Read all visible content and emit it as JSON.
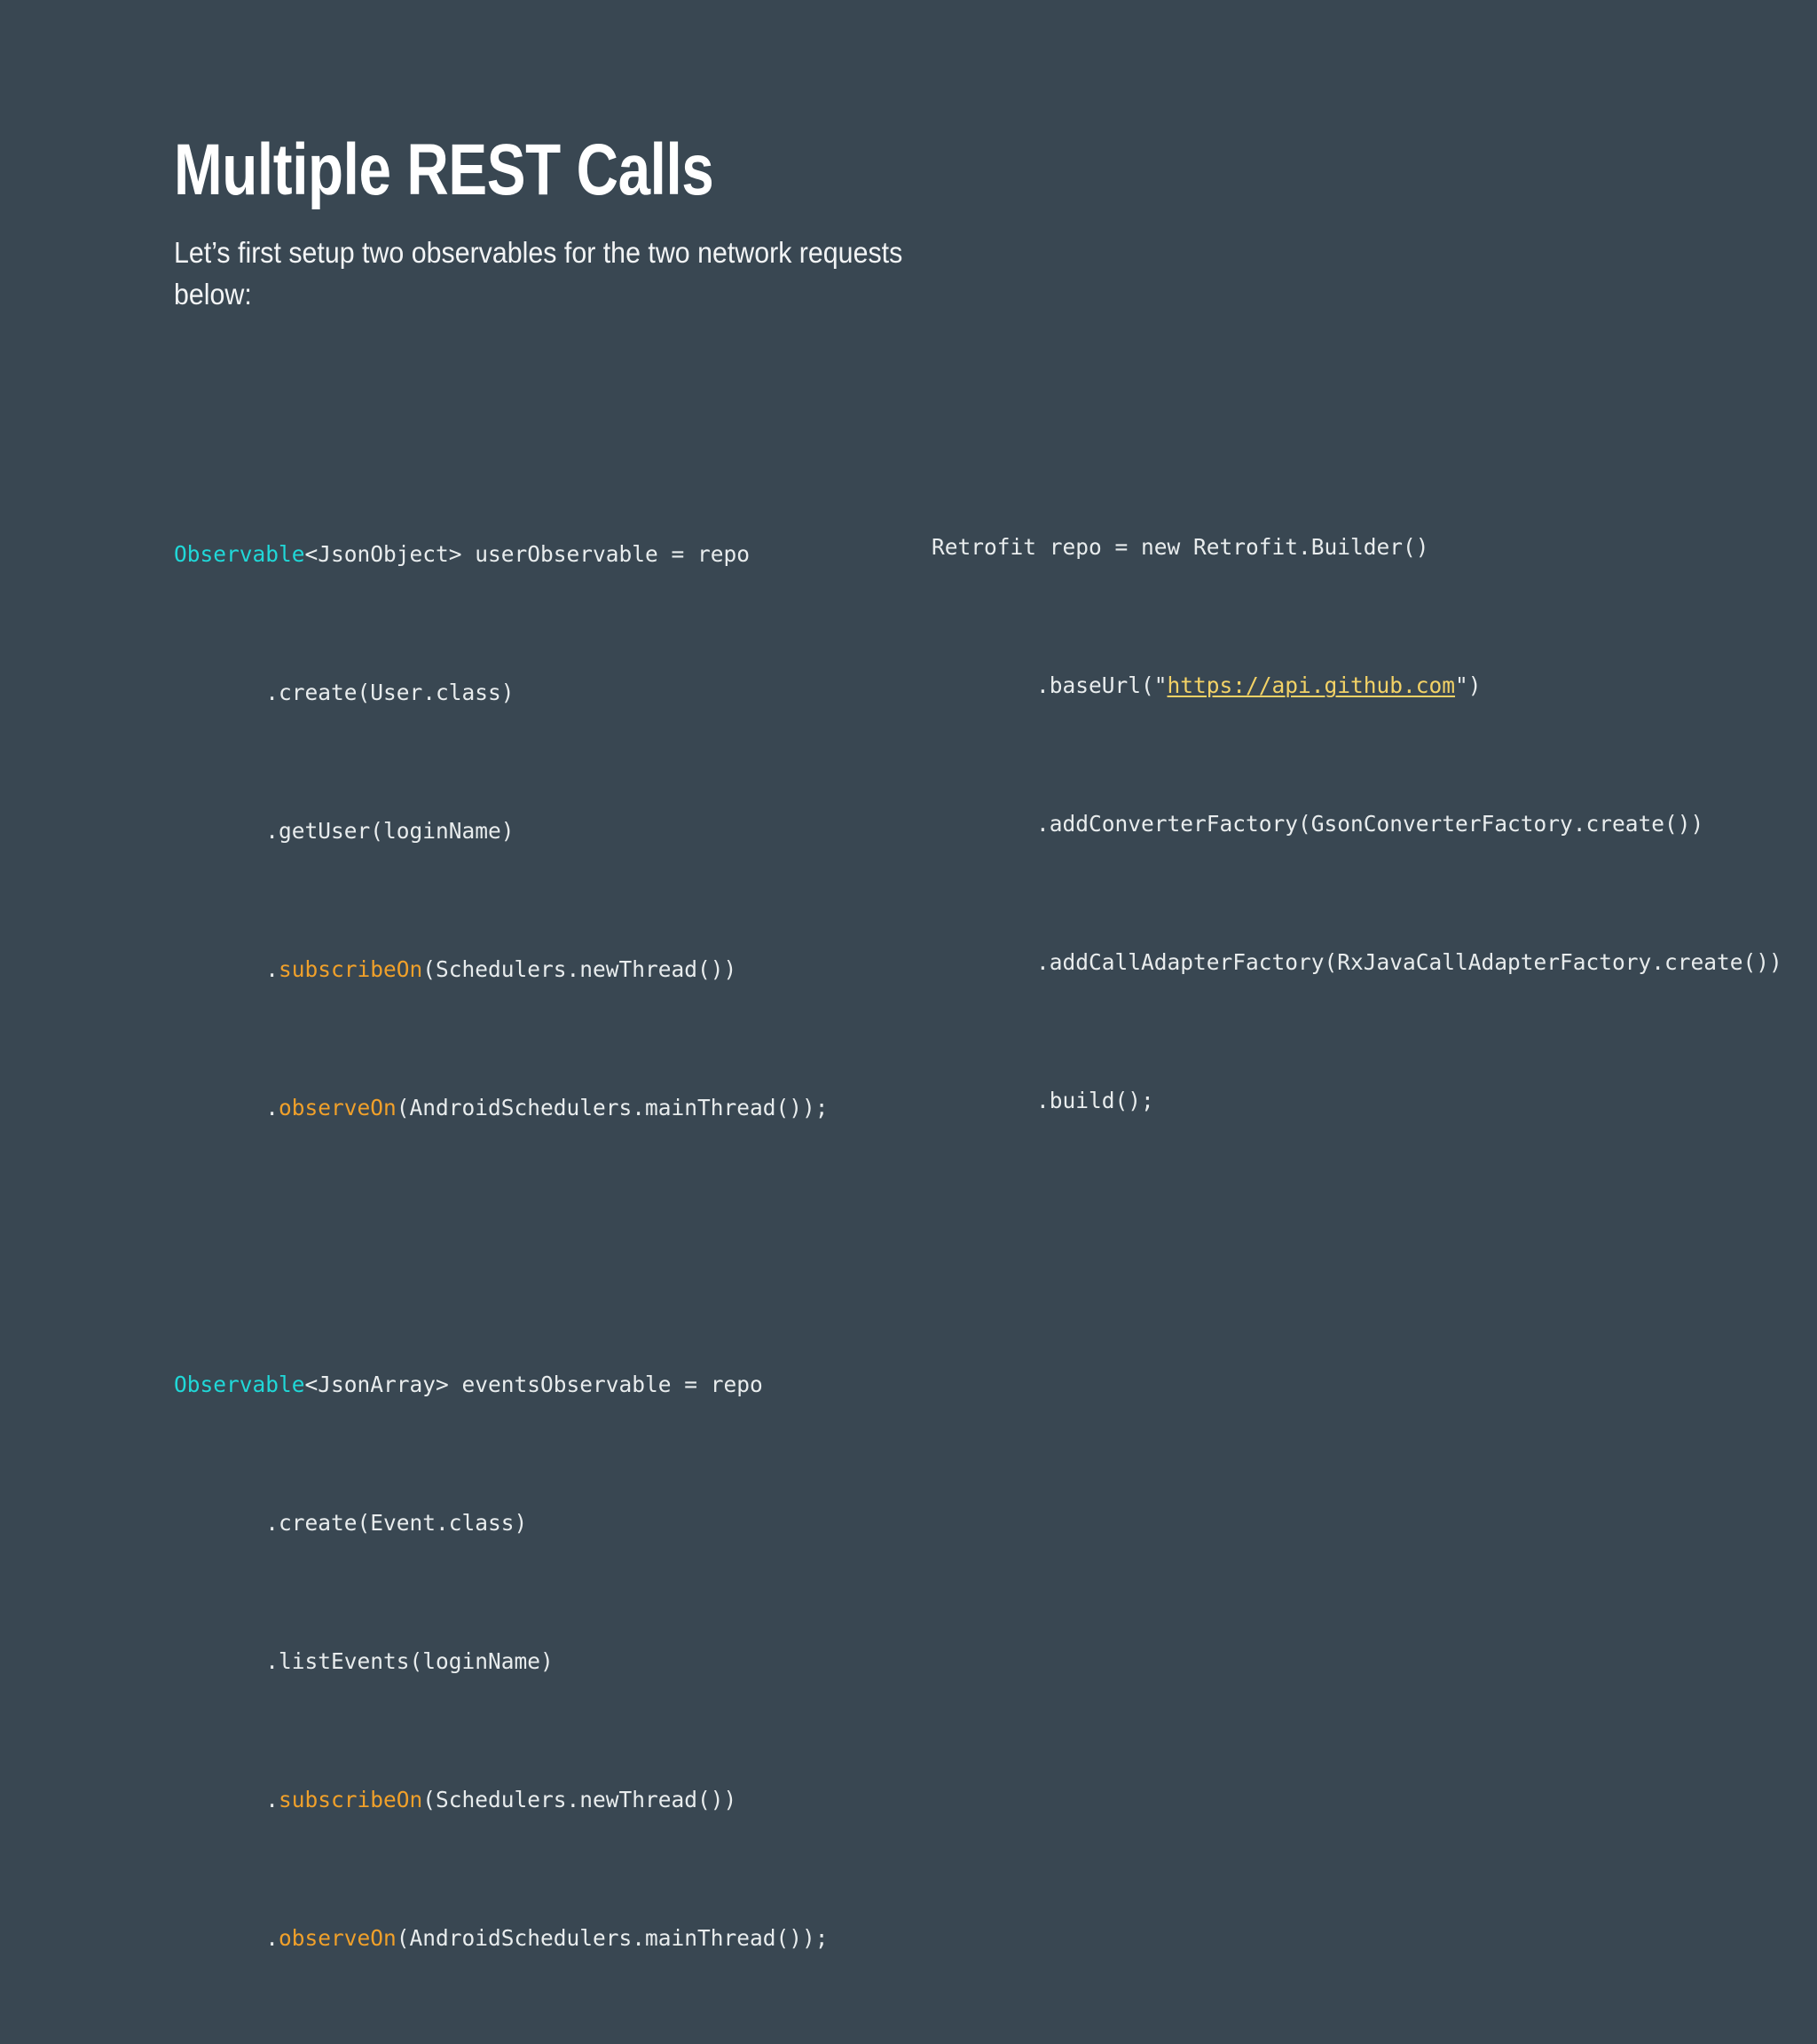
{
  "slide": {
    "background_color": "#394752",
    "title": "Multiple REST Calls",
    "subtitle_line1": "Let’s first setup two observables for the two network requests",
    "subtitle_line2": "below:"
  },
  "colors": {
    "background": "#394752",
    "title_text": "#ffffff",
    "body_text": "#f2f4f5",
    "code_text": "#e8eced",
    "type_keyword": "#20d8d8",
    "method_highlight": "#f0a02a",
    "hyperlink": "#f3d266"
  },
  "code_left": {
    "block1": {
      "l1_type": "Observable",
      "l1_rest": "<JsonObject> userObservable = repo",
      "l2": "       .create(User.class)",
      "l3": "       .getUser(loginName)",
      "l4_dot": "       .",
      "l4_method": "subscribeOn",
      "l4_rest": "(Schedulers.newThread())",
      "l5_dot": "       .",
      "l5_method": "observeOn",
      "l5_rest": "(AndroidSchedulers.mainThread());"
    },
    "block2": {
      "l1_type": "Observable",
      "l1_rest": "<JsonArray> eventsObservable = repo",
      "l2": "       .create(Event.class)",
      "l3": "       .listEvents(loginName)",
      "l4_dot": "       .",
      "l4_method": "subscribeOn",
      "l4_rest": "(Schedulers.newThread())",
      "l5_dot": "       .",
      "l5_method": "observeOn",
      "l5_rest": "(AndroidSchedulers.mainThread());"
    }
  },
  "code_right": {
    "l1": "Retrofit repo = new Retrofit.Builder()",
    "l2_pre": "        .baseUrl(\"",
    "l2_link": "https://api.github.com",
    "l2_post": "\")",
    "l3": "        .addConverterFactory(GsonConverterFactory.create())",
    "l4": "        .addCallAdapterFactory(RxJavaCallAdapterFactory.create())",
    "l5": "        .build();"
  }
}
